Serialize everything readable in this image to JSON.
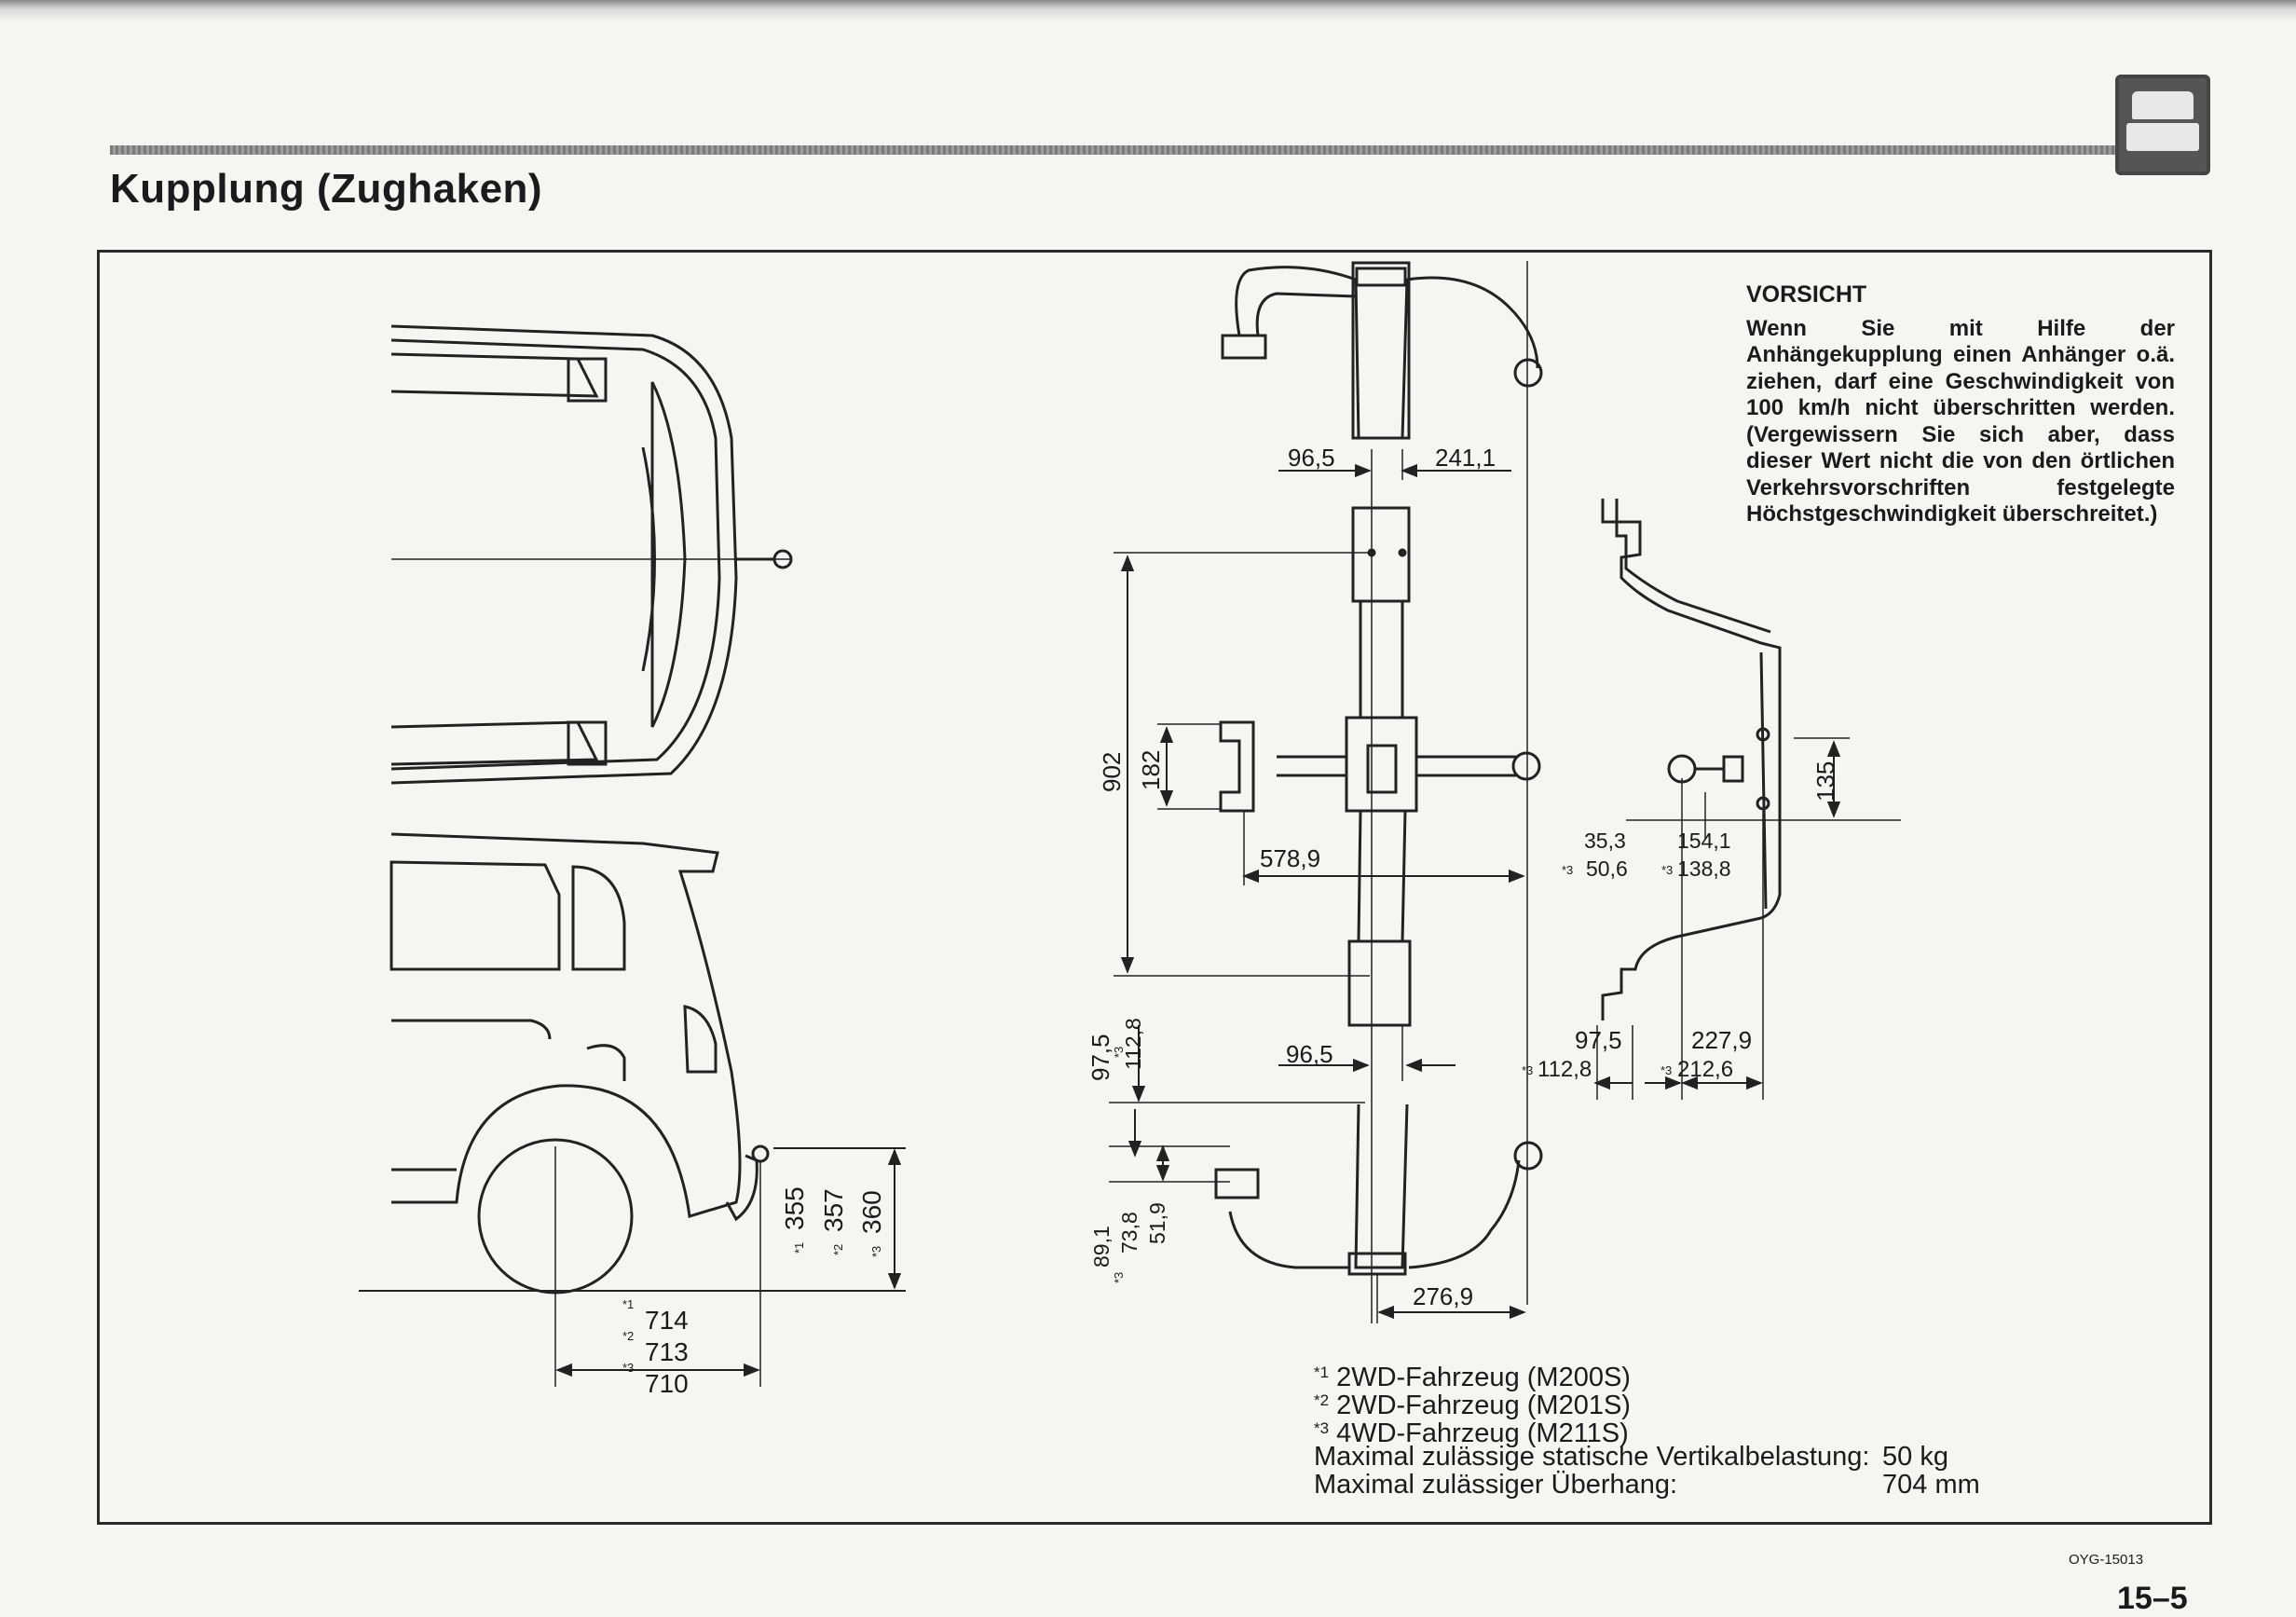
{
  "title": "Kupplung (Zughaken)",
  "warning": {
    "heading": "VORSICHT",
    "text": "Wenn Sie mit Hilfe der Anhängekupplung einen Anhänger o.ä. ziehen, darf eine Geschwindigkeit von 100 km/h nicht überschritten werden. (Vergewissern Sie sich aber, dass dieser Wert nicht die von den örtlichen Verkehrsvorschriften festgelegte Höchstgeschwindigkeit überschreitet.)"
  },
  "dimensions": {
    "d96_5_top": "96,5",
    "d241_1": "241,1",
    "d902": "902",
    "d182": "182",
    "d578_9": "578,9",
    "d96_5_bottom": "96,5",
    "d97_5_left": "97,5",
    "d112_8_left": "112,8",
    "d89_1": "89,1",
    "d73_8": "73,8",
    "d51_9": "51,9",
    "d276_9": "276,9",
    "d135": "135",
    "d35_3": "35,3",
    "d50_6": "50,6",
    "d154_1": "154,1",
    "d138_8": "138,8",
    "d97_5_right": "97,5",
    "d112_8_right": "112,8",
    "d227_9": "227,9",
    "d212_6": "212,6",
    "d355": "355",
    "d357": "357",
    "d360": "360",
    "d714": "714",
    "d713": "713",
    "d710": "710"
  },
  "marks": {
    "m1": "*1",
    "m2": "*2",
    "m3": "*3"
  },
  "legend": [
    {
      "mark": "*1",
      "text": "2WD-Fahrzeug (M200S)"
    },
    {
      "mark": "*2",
      "text": "2WD-Fahrzeug (M201S)"
    },
    {
      "mark": "*3",
      "text": "4WD-Fahrzeug (M211S)"
    }
  ],
  "specs": [
    {
      "label": "Maximal zulässige statische Vertikalbelastung:",
      "value": "50 kg"
    },
    {
      "label": "Maximal zulässiger Überhang:",
      "value": "704 mm"
    }
  ],
  "footer": {
    "code": "OYG-15013",
    "page": "15–5"
  }
}
